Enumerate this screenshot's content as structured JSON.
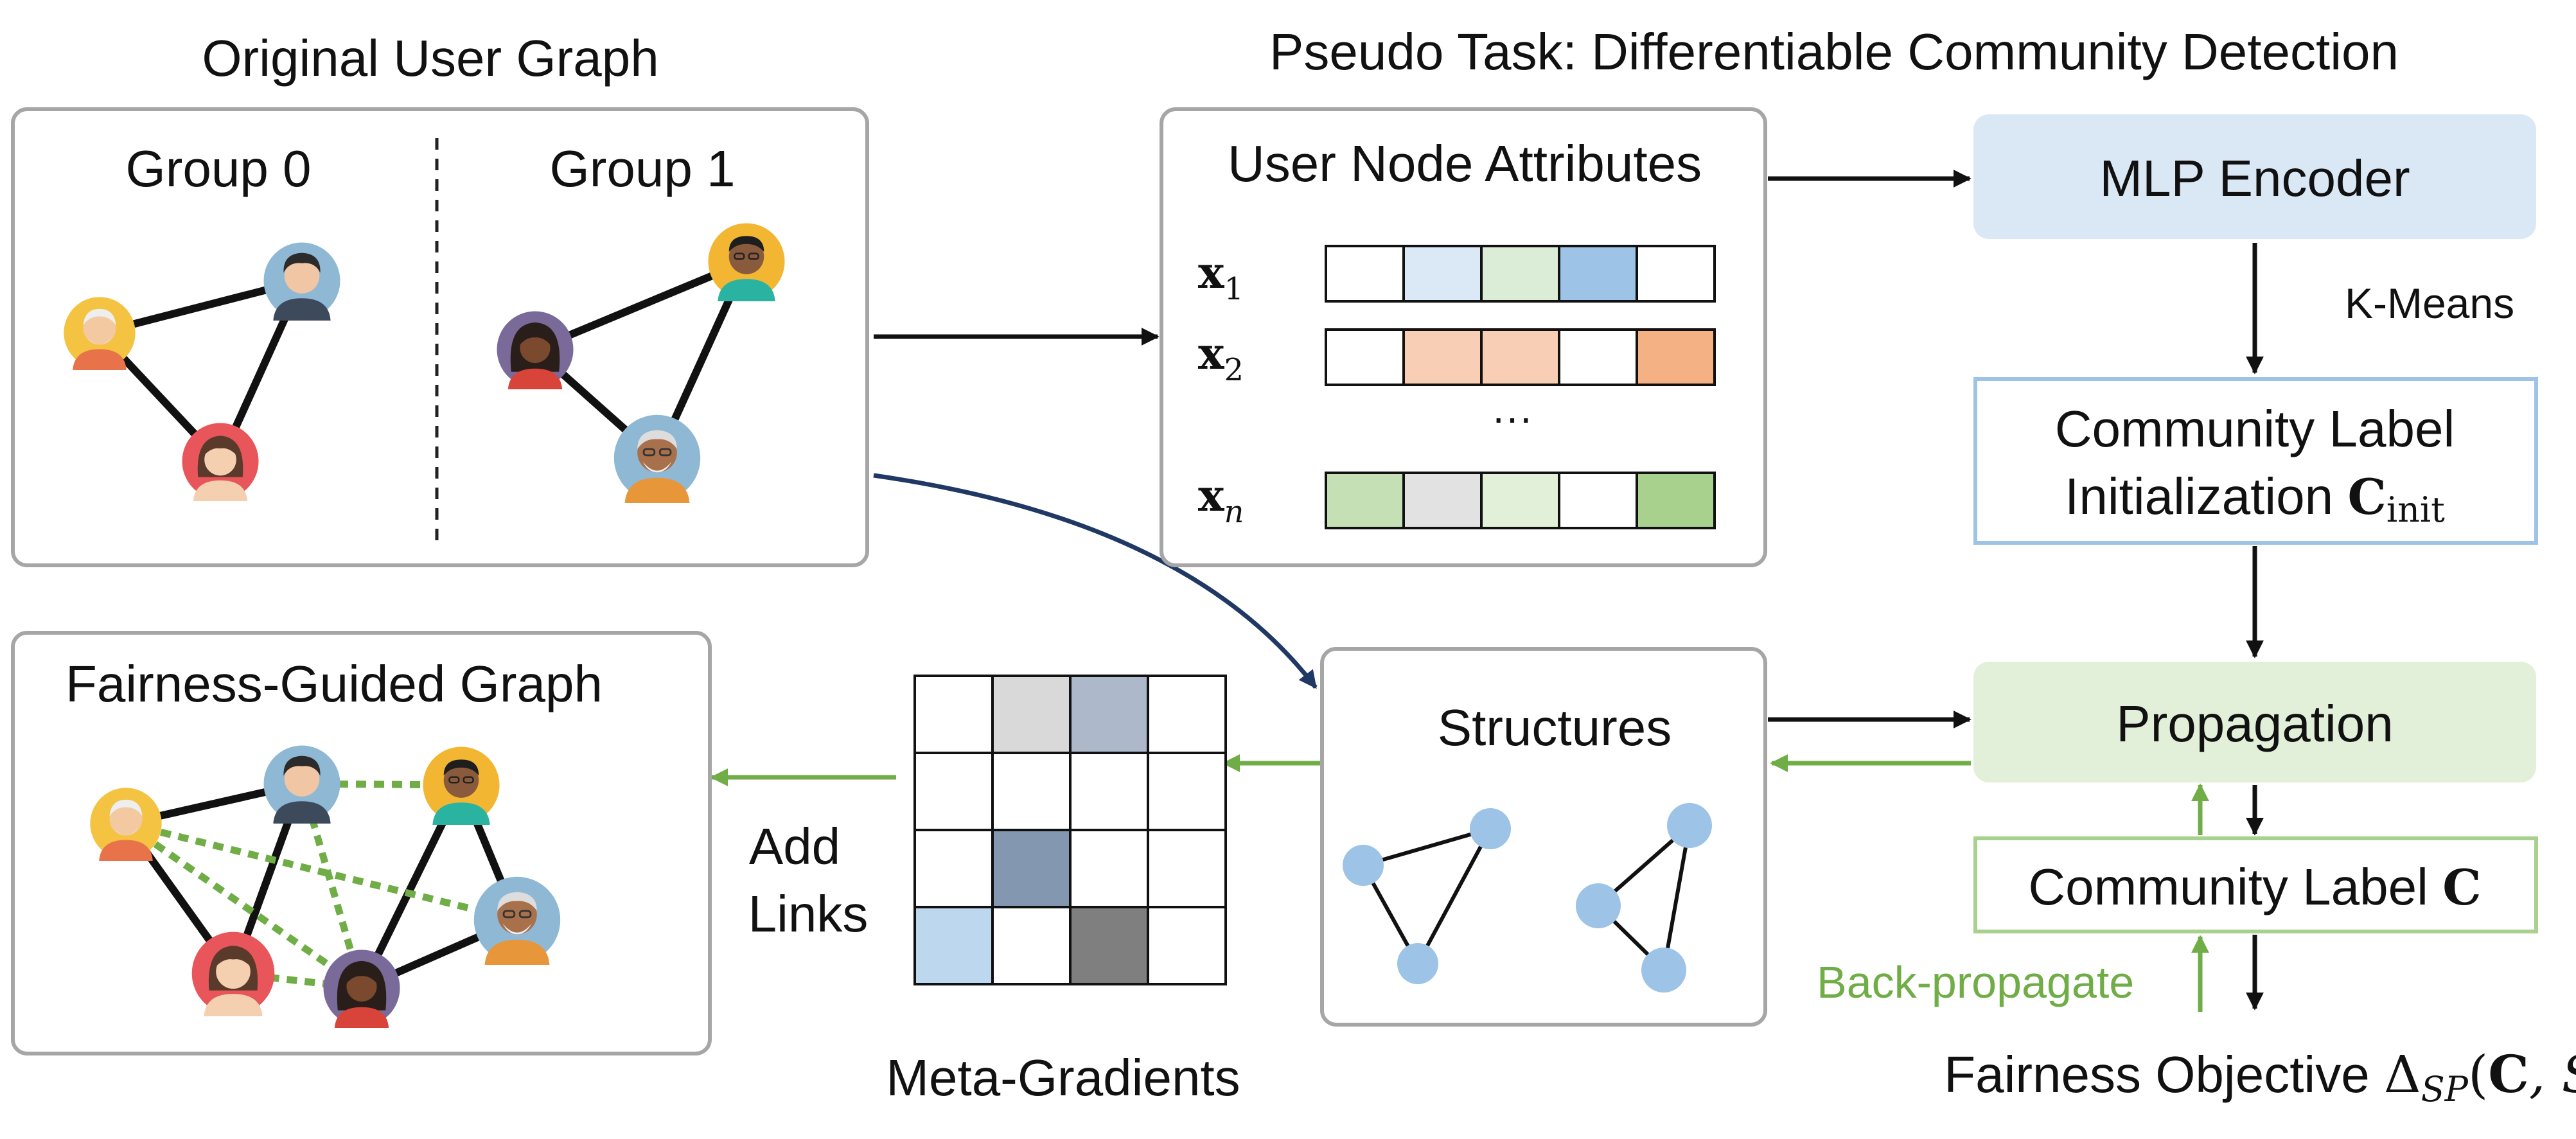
{
  "titles": {
    "original_graph": "Original User Graph",
    "pseudo_task": "Pseudo Task: Differentiable Community Detection"
  },
  "original_graph": {
    "group0": "Group 0",
    "group1": "Group 1"
  },
  "attributes": {
    "title": "User Node Attributes",
    "row1_var": "x",
    "row1_sub": "1",
    "row2_var": "x",
    "row2_sub": "2",
    "ellipsis": "···",
    "rown_var": "x",
    "rown_sub": "n",
    "row1_colors": [
      "#ffffff",
      "#dbe8f5",
      "#dcedd7",
      "#9dc3e6",
      "#ffffff"
    ],
    "row2_colors": [
      "#ffffff",
      "#f8ceb4",
      "#f8ceb4",
      "#ffffff",
      "#f4b183"
    ],
    "rown_colors": [
      "#c5e0b4",
      "#e2e2e2",
      "#e2f0d9",
      "#ffffff",
      "#a9d18e"
    ]
  },
  "pipeline": {
    "mlp_encoder": "MLP Encoder",
    "kmeans": "K-Means",
    "init_line1": "Community Label",
    "init_line2": "Initialization ",
    "init_symbol": "C",
    "init_sub": "init",
    "propagation": "Propagation",
    "community_label": "Community Label ",
    "community_symbol": "C",
    "back_propagate": "Back-propagate",
    "objective_text": "Fairness Objective ",
    "objective_delta": "Δ",
    "objective_sub": "SP",
    "objective_args_open": "(",
    "objective_args_c": "C",
    "objective_args_rest": ", S)"
  },
  "structures": {
    "title": "Structures"
  },
  "meta_gradients": {
    "label": "Meta-Gradients",
    "add_links_line1": "Add",
    "add_links_line2": "Links",
    "matrix_colors": [
      [
        "#ffffff",
        "#d9d9d9",
        "#adb9ca",
        "#ffffff"
      ],
      [
        "#ffffff",
        "#ffffff",
        "#ffffff",
        "#ffffff"
      ],
      [
        "#ffffff",
        "#8497b0",
        "#ffffff",
        "#ffffff"
      ],
      [
        "#bdd7ee",
        "#ffffff",
        "#7f7f7f",
        "#ffffff"
      ]
    ]
  },
  "fair_graph": {
    "title": "Fairness-Guided Graph"
  },
  "colors": {
    "green_arrow": "#70ad47",
    "dark_arrow": "#1f3864",
    "mlp_fill": "#dae8f5",
    "prop_fill": "#e2f0d9",
    "init_border": "#9dc3e6",
    "label_border": "#a9d18e",
    "struct_node": "#9dc3e6"
  }
}
